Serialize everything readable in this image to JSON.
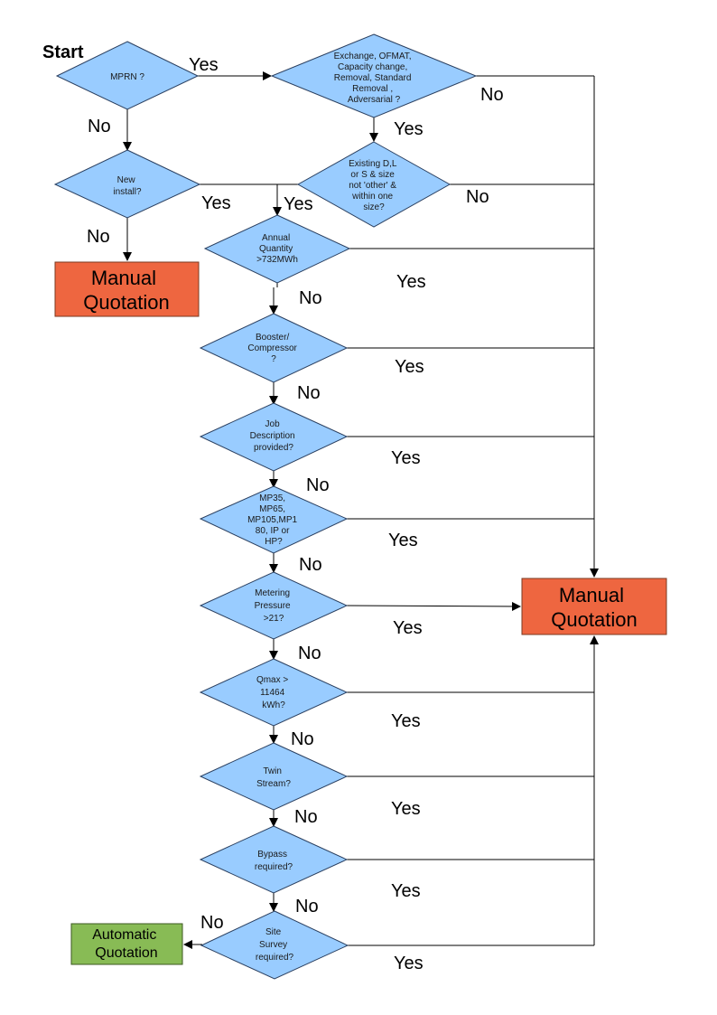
{
  "start_label": "Start",
  "decisions": {
    "mprn": [
      "MPRN ?"
    ],
    "exchange": [
      "Exchange, OFMAT,",
      "Capacity change,",
      "Removal, Standard",
      "Removal ,",
      "Adversarial ?"
    ],
    "new_install": [
      "New",
      "install?"
    ],
    "existing": [
      "Existing D,L",
      "or S & size",
      "not 'other' &",
      "within one",
      "size?"
    ],
    "annual": [
      "Annual",
      "Quantity",
      ">732MWh"
    ],
    "booster": [
      "Booster/",
      "Compressor",
      "?"
    ],
    "job": [
      "Job",
      "Description",
      "provided?"
    ],
    "mp": [
      "MP35,",
      "MP65,",
      "MP105,MP1",
      "80, IP or",
      "HP?"
    ],
    "metering": [
      "Metering",
      "Pressure",
      ">21?"
    ],
    "qmax": [
      "Qmax >",
      "11464",
      "kWh?"
    ],
    "twin": [
      "Twin",
      "Stream?"
    ],
    "bypass": [
      "Bypass",
      "required?"
    ],
    "site": [
      "Site",
      "Survey",
      "required?"
    ]
  },
  "labels": {
    "yes": "Yes",
    "no": "No"
  },
  "boxes": {
    "manual_left": [
      "Manual",
      "Quotation"
    ],
    "manual_right": [
      "Manual",
      "Quotation"
    ],
    "automatic": [
      "Automatic",
      "Quotation"
    ]
  },
  "colors": {
    "decision_fill": "#99ccff",
    "manual_fill": "#ee6640",
    "automatic_fill": "#88bb55"
  }
}
